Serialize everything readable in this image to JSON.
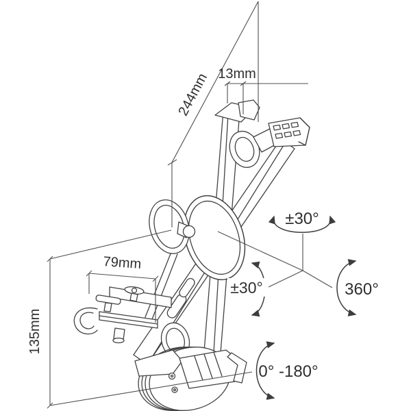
{
  "figure": {
    "type": "technical-line-drawing",
    "subject": "Articulating tablet wall mount with X-bracket holder, tilt and rotation annotations"
  },
  "dimension_labels": {
    "bracket_diagonal": "244mm",
    "top_hook_offset": "13mm",
    "wall_plate_width": "79mm",
    "wall_plate_height": "135mm"
  },
  "rotation_labels": {
    "top_tilt": "±30°",
    "side_tilt": "±30°",
    "full_rotation": "360°",
    "swivel_range": "0° -180°"
  },
  "colors": {
    "background": "#ffffff",
    "drawing_line": "#414141",
    "dimension_line": "#4f4f4f",
    "label_text": "#2f2f2f"
  }
}
